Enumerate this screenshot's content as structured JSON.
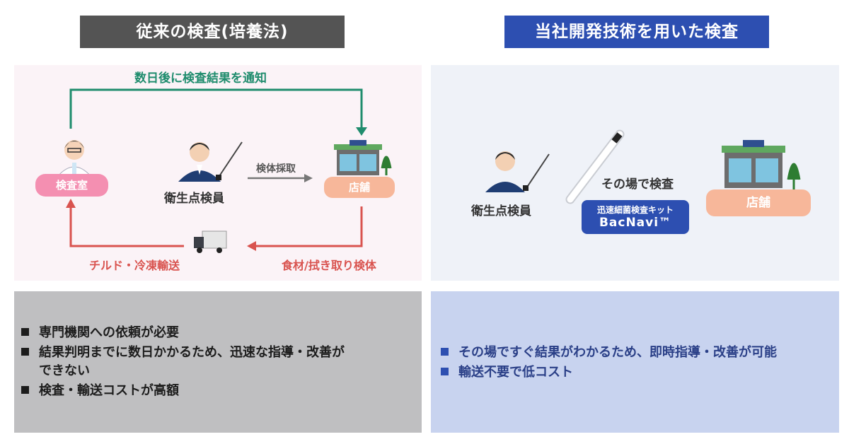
{
  "left": {
    "header": "従来の検査(培養法)",
    "top_arrow_label": "数日後に検査結果を通知",
    "lab_label": "検査室",
    "inspector_label": "衛生点検員",
    "sample_label": "検体採取",
    "store_label": "店舗",
    "transport_label": "チルド・冷凍輸送",
    "food_label": "食材/拭き取り検体",
    "notes": [
      "専門機関への依頼が必要",
      "結果判明までに数日かかるため、迅速な指導・改善が",
      "できない",
      "検査・輸送コストが高額"
    ]
  },
  "right": {
    "header": "当社開発技術を用いた検査",
    "inspector_label": "衛生点検員",
    "onsite_label": "その場で検査",
    "kit_line1": "迅速細菌検査キット",
    "kit_line2": "BacNavi™",
    "store_label": "店舗",
    "notes": [
      "その場ですぐ結果がわかるため、即時指導・改善が可能",
      "輸送不要で低コスト"
    ]
  },
  "colors": {
    "left_header": "#545454",
    "right_header": "#2d4fb1",
    "green_arrow": "#1f8c6d",
    "red_arrow": "#d9534f",
    "lab_pink": "#f48fb1",
    "store_peach": "#f7b79a"
  }
}
